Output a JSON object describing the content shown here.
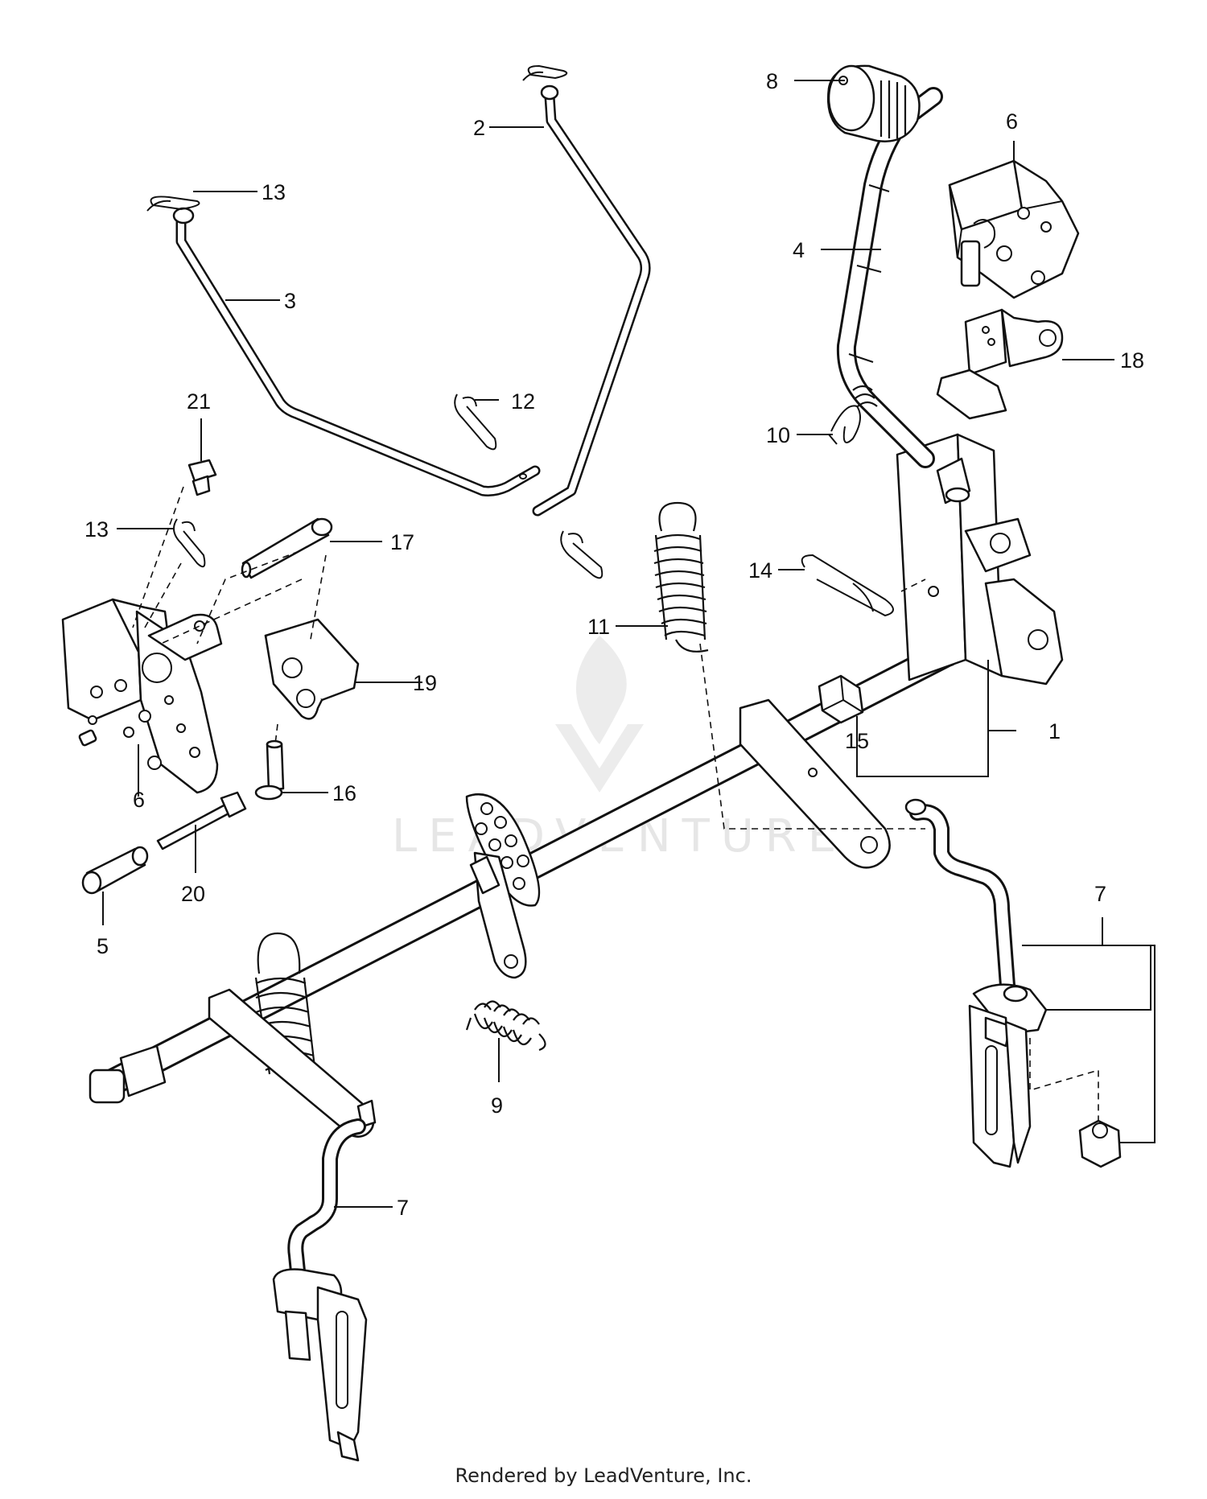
{
  "watermark": {
    "text": "LEADVENTURE"
  },
  "footer": {
    "text": "Rendered by LeadVenture, Inc."
  },
  "callouts": {
    "c1": "1",
    "c2": "2",
    "c3": "3",
    "c4": "4",
    "c5": "5",
    "c6a": "6",
    "c6b": "6",
    "c7a": "7",
    "c7b": "7",
    "c8": "8",
    "c9": "9",
    "c10": "10",
    "c11": "11",
    "c12": "12",
    "c13a": "13",
    "c13b": "13",
    "c14": "14",
    "c15": "15",
    "c16": "16",
    "c17": "17",
    "c18": "18",
    "c19": "19",
    "c20": "20",
    "c21": "21"
  }
}
